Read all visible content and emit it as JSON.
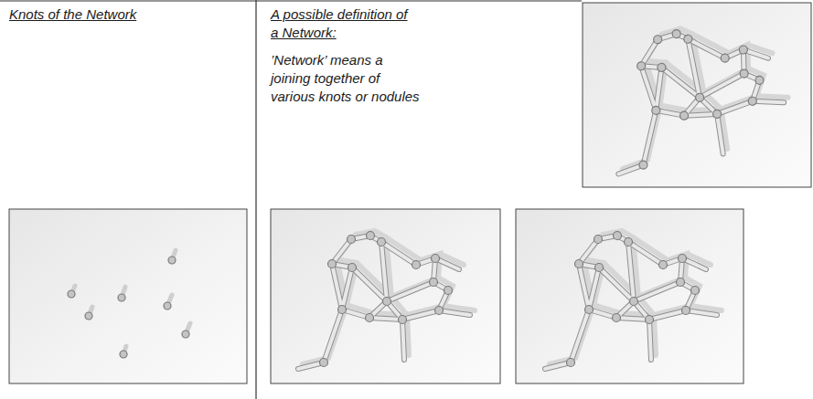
{
  "diagram": {
    "labels": [
      "Knots of the Network",
      "A possible definition of a Network:",
      "’Network’ means a joining together of various knots or nodules"
    ]
  }
}
